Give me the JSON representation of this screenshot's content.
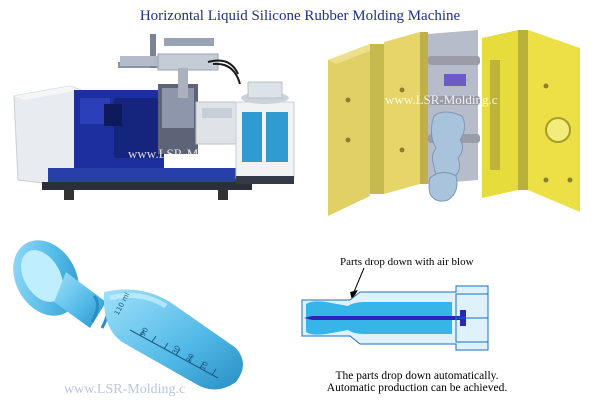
{
  "title": "Horizontal Liquid Silicone Rubber Molding Machine",
  "watermarks": {
    "machine": "www.LSR-Molding",
    "mold": "www.LSR-Molding.c",
    "bottle": "www.LSR-Molding.c"
  },
  "annotation": {
    "air_blow": "Parts drop down with air blow",
    "auto_line1": "The parts drop down automatically.",
    "auto_line2": "Automatic production can be achieved."
  },
  "bottle_scale": [
    "110 ml",
    "90",
    "30",
    "20",
    "10"
  ],
  "colors": {
    "title": "#1f2f8c",
    "machine_blue": "#1d2f9e",
    "bottle_blue": "#62c7ef",
    "mold_yellow": "#e6dc3c",
    "section_fill": "#36b5e8"
  }
}
